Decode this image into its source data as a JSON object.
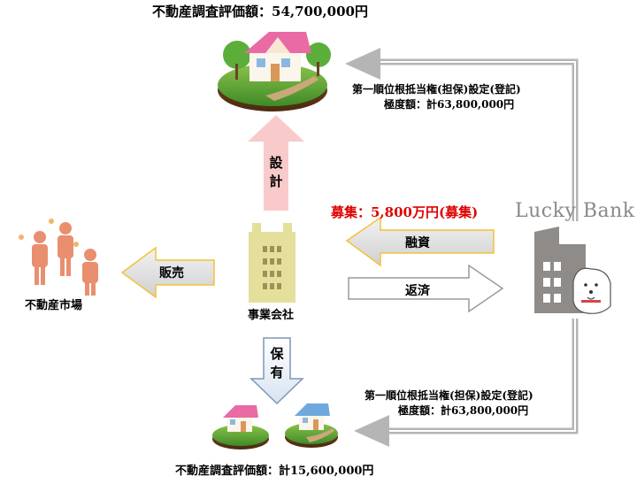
{
  "top_property": {
    "valuation_label": "不動産調査評価額：54,700,000円"
  },
  "bottom_property": {
    "valuation_label": "不動産調査評価額：計15,600,000円"
  },
  "mortgage_top": {
    "line1": "第一順位根抵当権(担保)設定(登記)",
    "line2": "極度額：計63,800,000円"
  },
  "mortgage_bottom": {
    "line1": "第一順位根抵当権(担保)設定(登記)",
    "line2": "極度額：計63,800,000円"
  },
  "fundraising": {
    "label": "募集：5,800万円(募集)"
  },
  "bank": {
    "name": "Lucky Bank"
  },
  "company": {
    "label": "事業会社"
  },
  "market": {
    "label": "不動産市場"
  },
  "arrows": {
    "design": "設計",
    "loan": "融資",
    "repay": "返済",
    "sale": "販売",
    "hold": "保有"
  },
  "colors": {
    "accent_red": "#e00000",
    "pink_arrow": "#f9caca",
    "yellow_border": "#f3c23a",
    "gray_frame": "#b5b5b5",
    "building_tan": "#e5df9c",
    "bank_gray": "#8f8b89",
    "people_salmon": "#e98f70"
  }
}
